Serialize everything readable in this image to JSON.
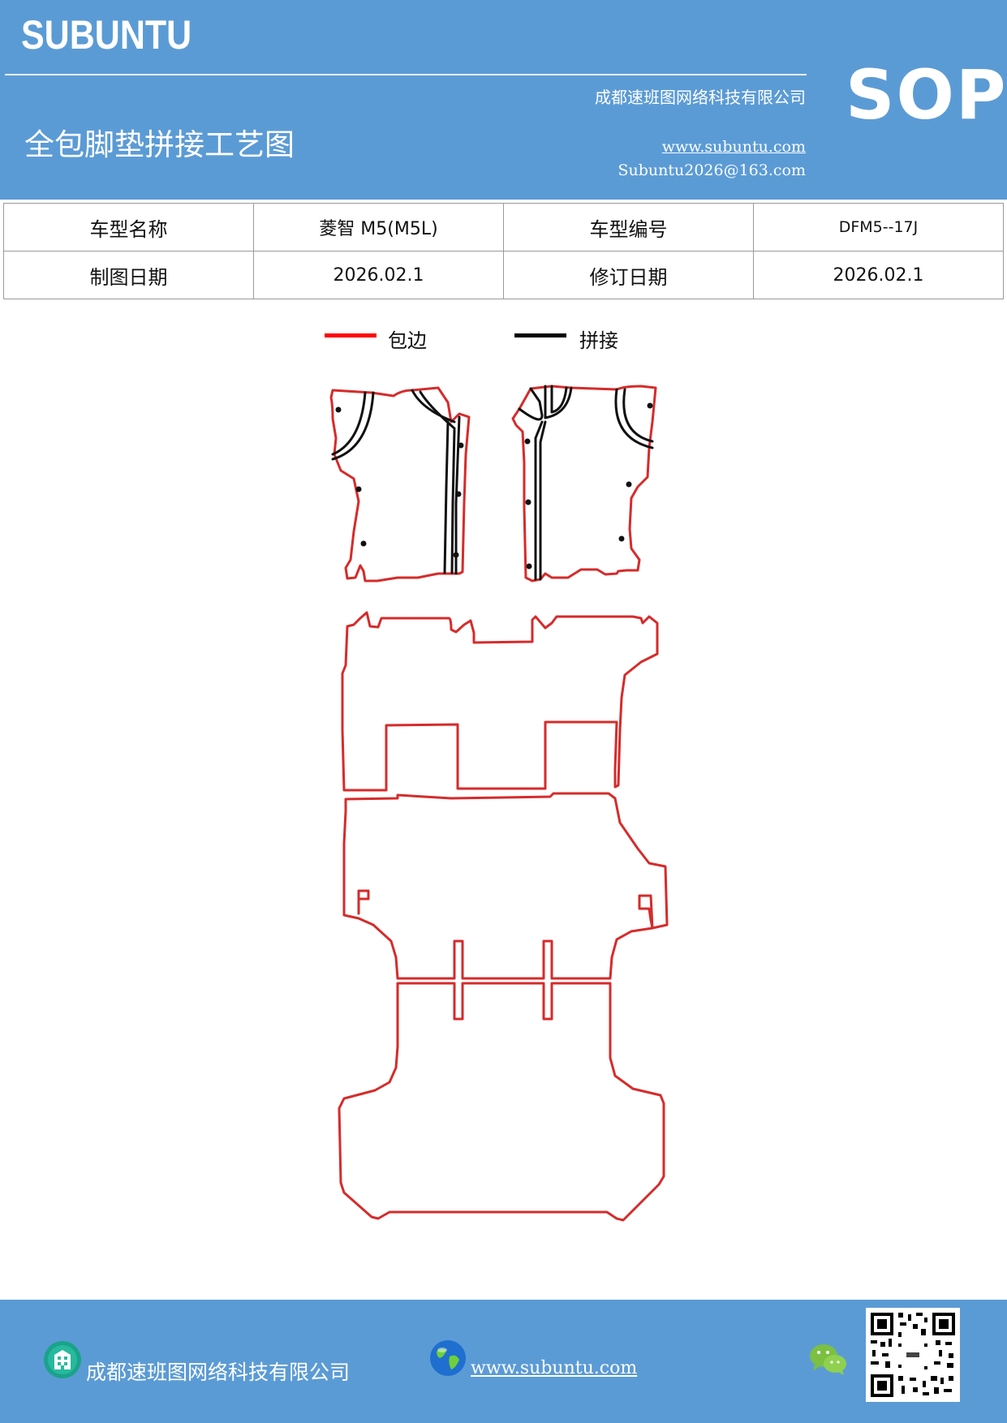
{
  "header": {
    "logo": "SUBUNTU",
    "company": "成都速班图网络科技有限公司",
    "title": "全包脚垫拼接工艺图",
    "website": "www.subuntu.com",
    "email": "Subuntu2026@163.com",
    "badge": "SOP"
  },
  "info_table": {
    "rows": [
      {
        "label1": "车型名称",
        "value1": "菱智 M5(M5L)",
        "label2": "车型编号",
        "value2": "DFM5--17J"
      },
      {
        "label1": "制图日期",
        "value1": "2026.02.1",
        "label2": "修订日期",
        "value2": "2026.02.1"
      }
    ]
  },
  "legend": {
    "items": [
      {
        "label": "包边",
        "color": "#ff0000"
      },
      {
        "label": "拼接",
        "color": "#000000"
      }
    ]
  },
  "colors": {
    "brand_blue": "#5b9bd5",
    "edge_red": "#d62b2b",
    "seam_black": "#000000"
  },
  "footer": {
    "company": "成都速班图网络科技有限公司",
    "website": "www.subuntu.com",
    "icons": [
      "building-icon",
      "globe-icon",
      "wechat-icon",
      "qr-code"
    ]
  }
}
